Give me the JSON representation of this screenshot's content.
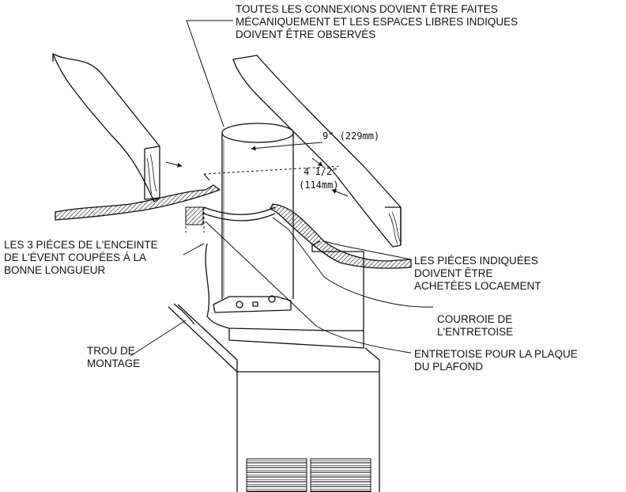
{
  "labels": {
    "connections_note": "TOUTES LES CONNEXIONS DOVIENT ÊTRE FAITES\nMÉCANIQUEMENT ET LES ESPACES LIBRES INDIQUES\nDOIVENT ÊTRE OBSERVÉS",
    "enclosure_pieces": "LES 3 PIÉCES DE L'ENCEINTE\nDE L'ÉVENT COUPÉES Á LA\nBONNE LONGUEUR",
    "parts_local": "LES PIÉCES INDIQUÉES\nDOIVENT ÊTRE\nACHETÉES LOCAEMENT",
    "spacer_strap": "COURROIE DE\nL'ENTRETOISE",
    "mounting_hole": "TROU DE\nMONTAGE",
    "ceiling_spacer": "ENTRETOISE POUR LA PLAQUE\nDU PLAFOND"
  },
  "dimensions": {
    "clearance_9": "9\" (229mm)",
    "clearance_45_a": "4 1/2\"",
    "clearance_45_b": "(114mm)"
  },
  "colors": {
    "line": "#111111",
    "background": "#ffffff"
  }
}
